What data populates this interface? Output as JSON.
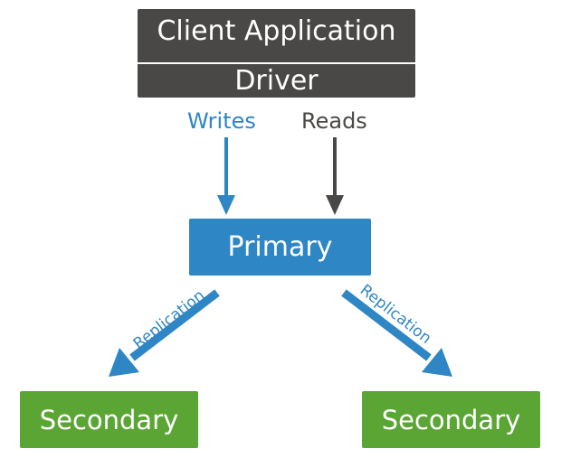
{
  "client": {
    "application_label": "Client Application",
    "driver_label": "Driver"
  },
  "flows": {
    "writes_label": "Writes",
    "reads_label": "Reads"
  },
  "primary": {
    "label": "Primary"
  },
  "secondaries": [
    {
      "label": "Secondary"
    },
    {
      "label": "Secondary"
    }
  ],
  "replication": {
    "left_label": "Replication",
    "right_label": "Replication"
  },
  "colors": {
    "client_box": "#4a4846",
    "primary_box": "#2e86c4",
    "secondary_box": "#5ba534",
    "writes_arrow": "#2e86c4",
    "reads_arrow": "#4a4846",
    "replication_arrow": "#2e86c4"
  }
}
